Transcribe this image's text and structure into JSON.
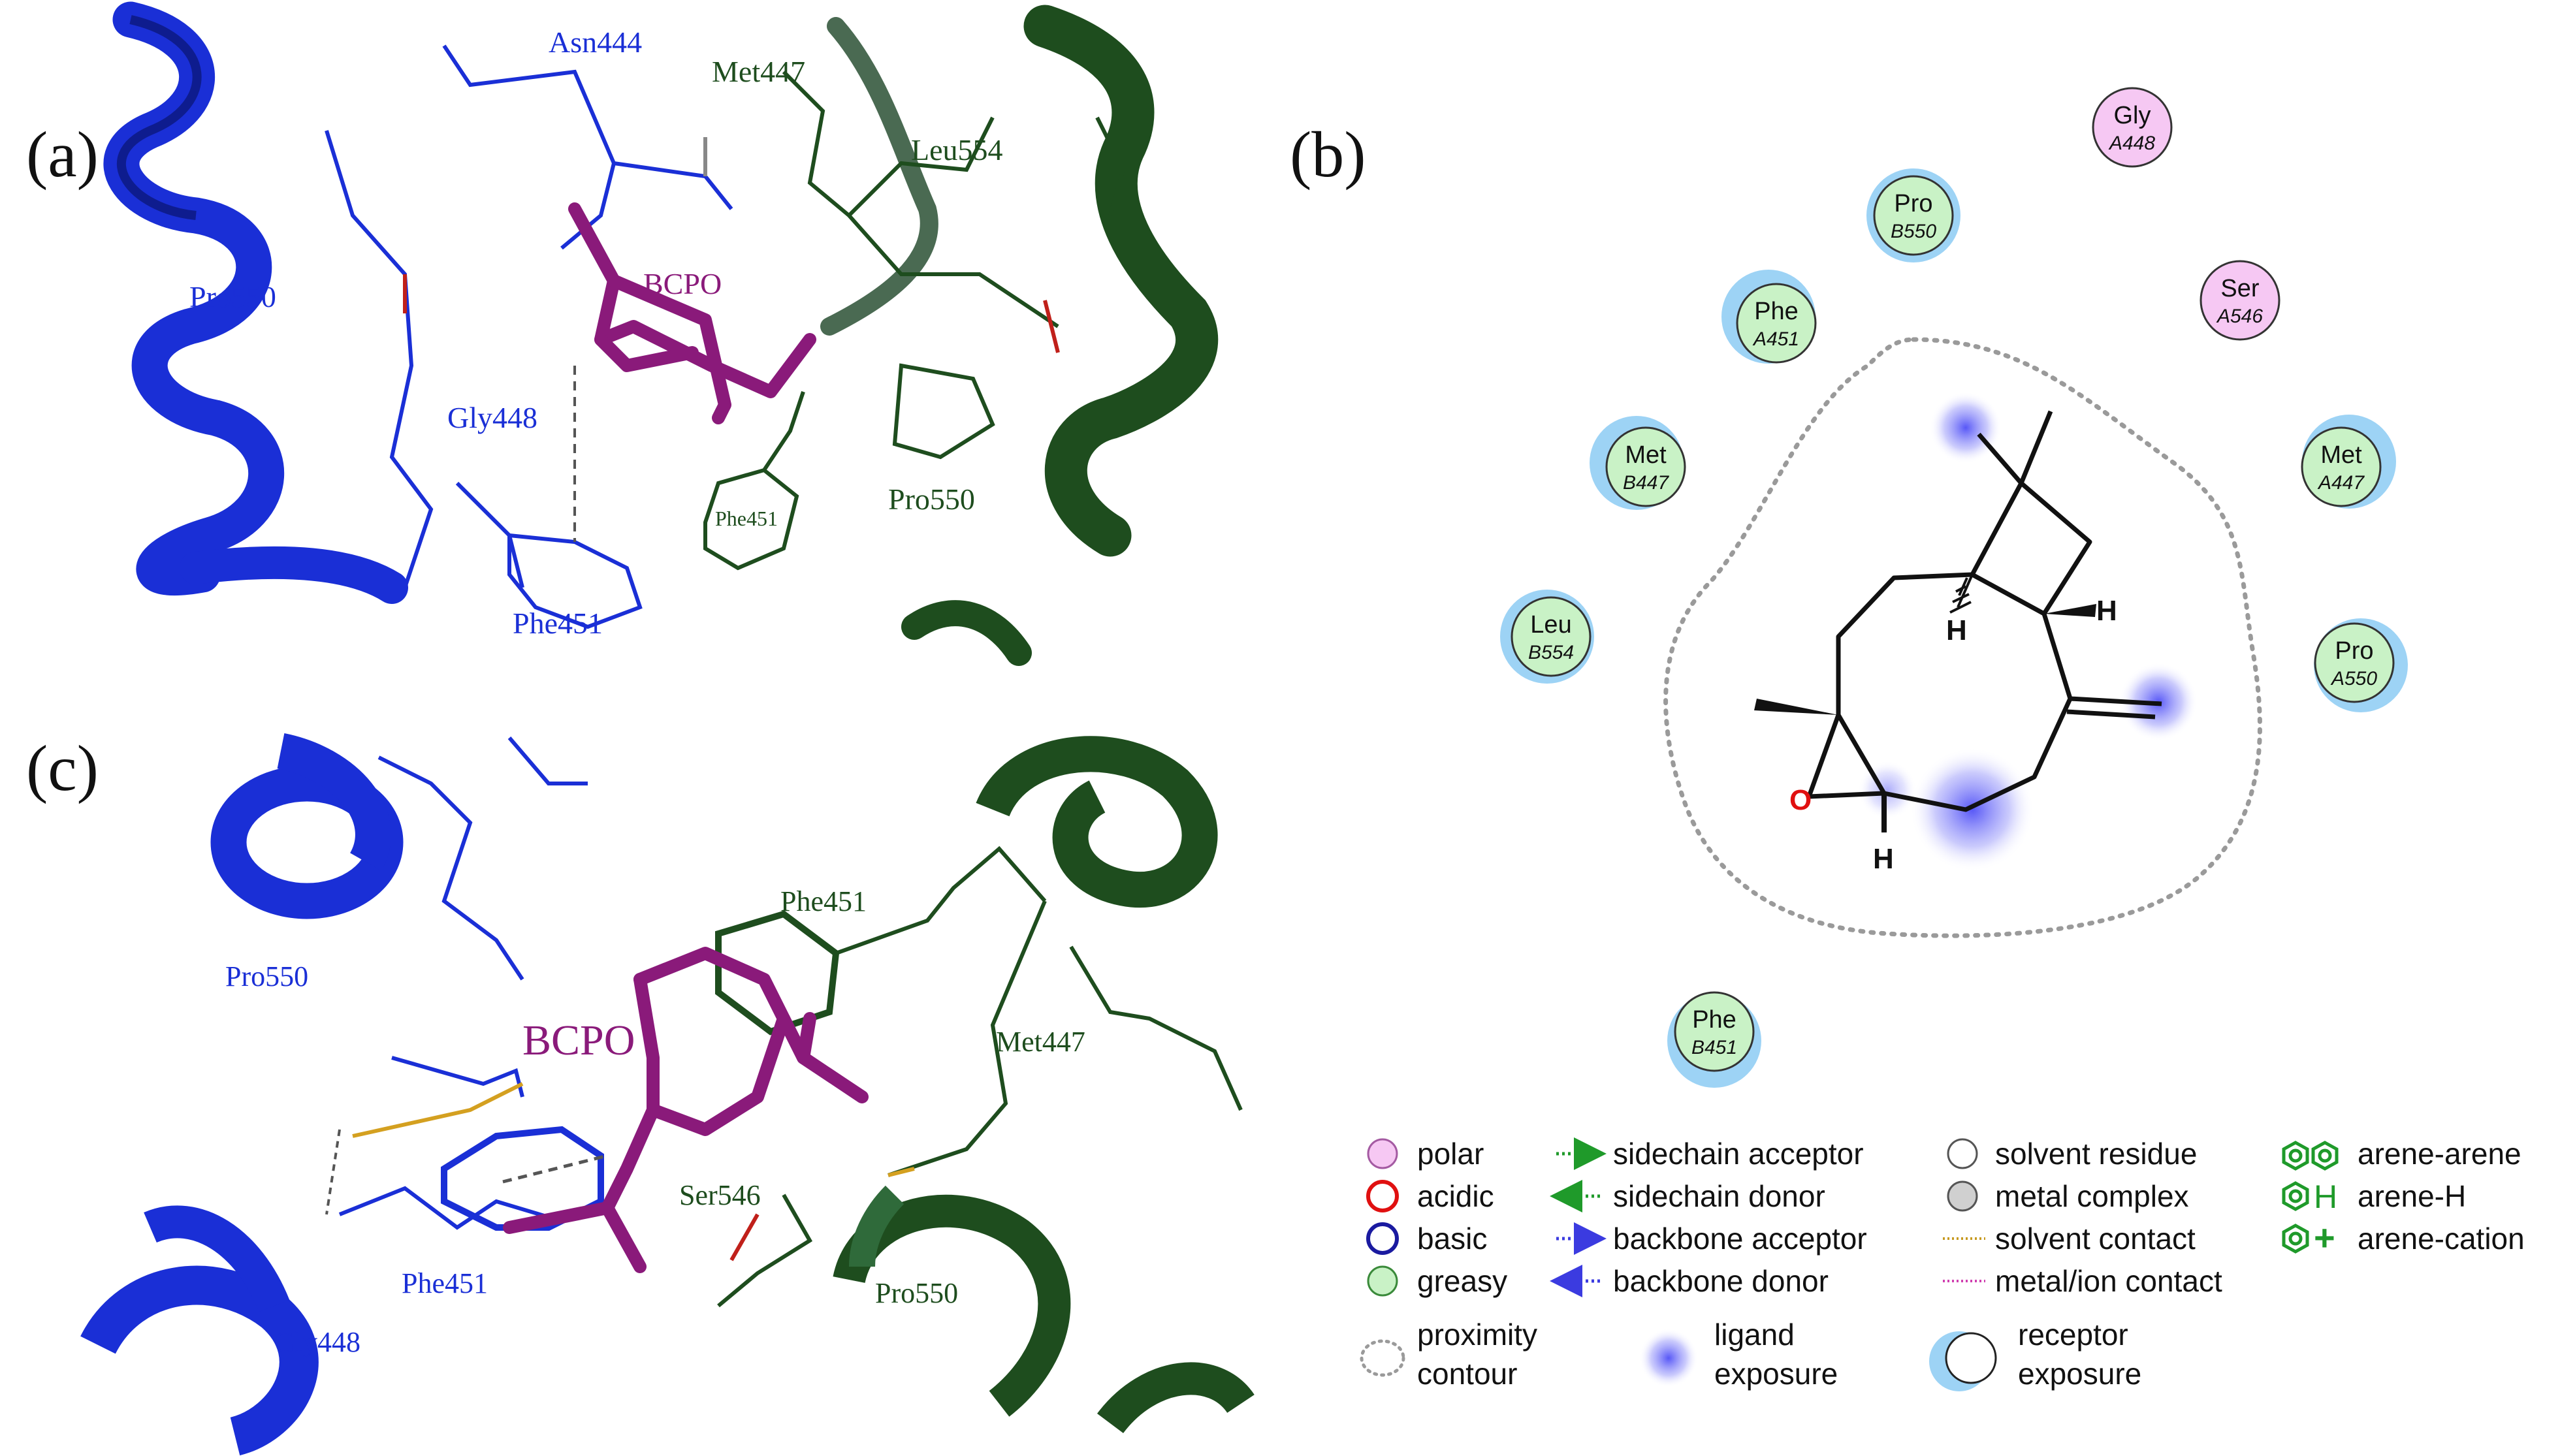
{
  "panels": {
    "a": {
      "label": "(a)",
      "labels": {
        "asn444": "Asn444",
        "met447": "Met447",
        "leu554": "Leu554",
        "pro550_left": "Pro550",
        "bcpo": "BCPO",
        "gly448": "Gly448",
        "phe451_right": "Phe451",
        "pro550_right": "Pro550",
        "phe451_bottom": "Phe451"
      }
    },
    "b": {
      "label": "(b)",
      "residues": [
        {
          "name": "Gly",
          "chain": "A448",
          "type": "polar"
        },
        {
          "name": "Pro",
          "chain": "B550",
          "type": "greasy"
        },
        {
          "name": "Ser",
          "chain": "A546",
          "type": "polar"
        },
        {
          "name": "Phe",
          "chain": "A451",
          "type": "greasy"
        },
        {
          "name": "Met",
          "chain": "B447",
          "type": "greasy"
        },
        {
          "name": "Met",
          "chain": "A447",
          "type": "greasy"
        },
        {
          "name": "Leu",
          "chain": "B554",
          "type": "greasy"
        },
        {
          "name": "Pro",
          "chain": "A550",
          "type": "greasy"
        },
        {
          "name": "Phe",
          "chain": "B451",
          "type": "greasy"
        }
      ],
      "atoms": {
        "h1": "H",
        "h2": "H",
        "h3": "H",
        "o": "O"
      }
    },
    "c": {
      "label": "(c)",
      "labels": {
        "phe451_top": "Phe451",
        "pro550": "Pro550",
        "bcpo": "BCPO",
        "met447": "Met447",
        "ser546": "Ser546",
        "phe451_bottom": "Phe451",
        "gly448": "Gly448",
        "pro550_right": "Pro550"
      }
    }
  },
  "legend": {
    "col1": [
      "polar",
      "acidic",
      "basic",
      "greasy"
    ],
    "col2": [
      "sidechain acceptor",
      "sidechain donor",
      "backbone acceptor",
      "backbone donor"
    ],
    "col3": [
      "solvent residue",
      "metal complex",
      "solvent contact",
      "metal/ion contact"
    ],
    "col4": [
      "arene-arene",
      "arene-H",
      "arene-cation"
    ],
    "arene_h_symbol": "H",
    "arene_cation_symbol": "+",
    "proximity": [
      "proximity",
      "contour"
    ],
    "ligand": [
      "ligand",
      "exposure"
    ],
    "receptor": [
      "receptor",
      "exposure"
    ]
  },
  "colors": {
    "blue_chain": "#1a2fd6",
    "green_chain": "#1e4d1e",
    "bcpo": "#8a1a7a",
    "polar": "#f6c8f3",
    "greasy": "#c9f2c6",
    "exposure": "#7cc4f2",
    "legend_green": "#1f9a2a",
    "oxygen": "#e01010"
  }
}
